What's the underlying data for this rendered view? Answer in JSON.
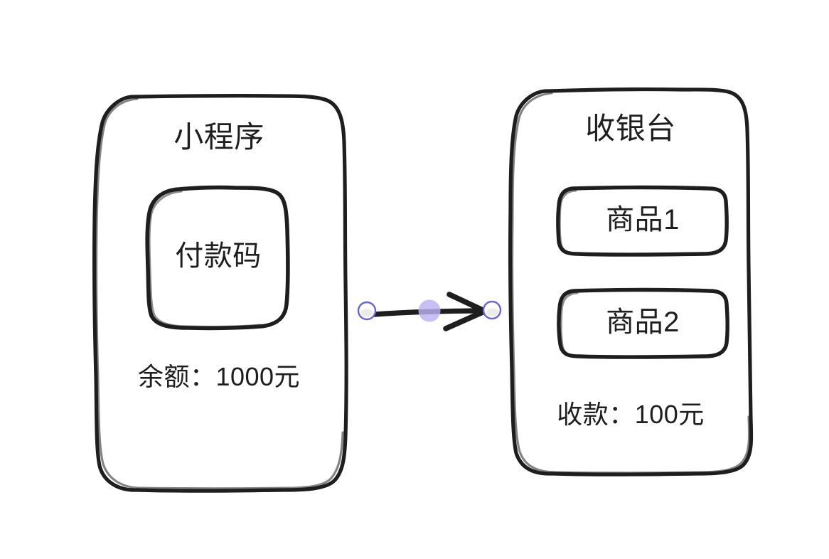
{
  "canvas": {
    "background_color": "#ffffff",
    "stroke_color": "#1e1e1e",
    "selection_color": "#6965db",
    "midpoint_handle_color": "#bcb2f2"
  },
  "nodes": {
    "miniapp_panel": {
      "title": "小程序",
      "inner_box_label": "付款码",
      "balance_text": "余额：1000元"
    },
    "cashier_panel": {
      "title": "收银台",
      "items": [
        {
          "label": "商品1"
        },
        {
          "label": "商品2"
        }
      ],
      "receipt_text": "收款：100元"
    }
  },
  "connector": {
    "name": "arrow",
    "direction": "left-to-right",
    "selected": true,
    "handles": [
      {
        "type": "endpoint",
        "position": "start"
      },
      {
        "type": "midpoint",
        "position": "middle"
      },
      {
        "type": "endpoint",
        "position": "end"
      }
    ]
  }
}
